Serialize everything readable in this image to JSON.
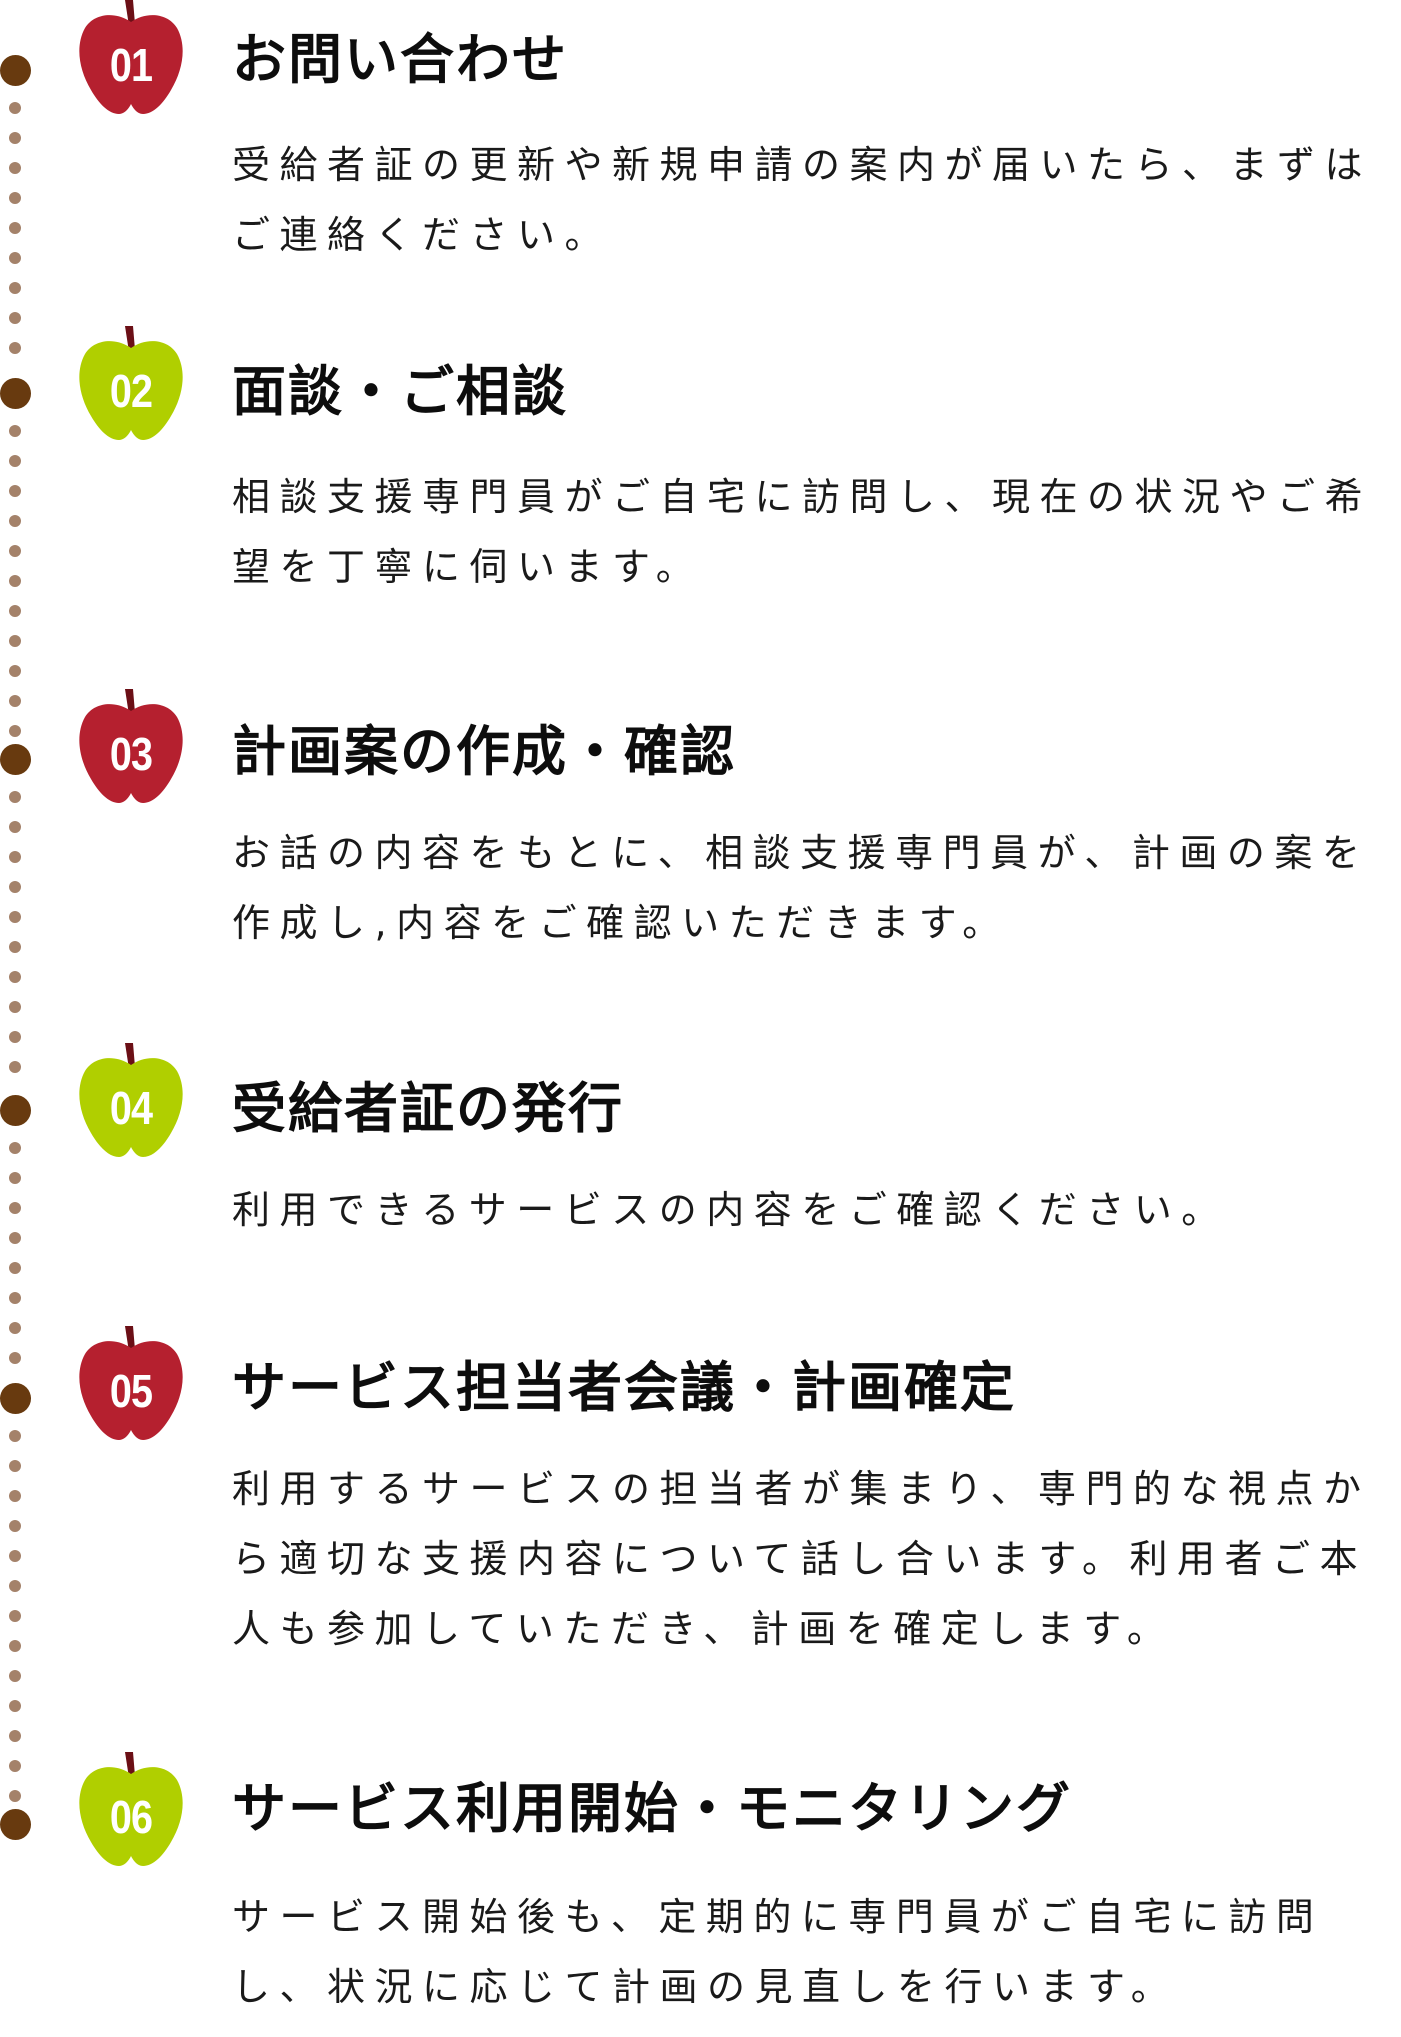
{
  "colors": {
    "apple_red": "#b5202f",
    "apple_green": "#b0cf00",
    "apple_stem": "#6b0f16",
    "timeline_dot_small": "#a4826a",
    "timeline_dot_big": "#683a0f"
  },
  "steps": [
    {
      "number": "01",
      "apple_color": "red",
      "icon": "apple-icon",
      "title": "お問い合わせ",
      "body": "受給者証の更新や新規申請の案内が届いたら、まずはご連絡ください。"
    },
    {
      "number": "02",
      "apple_color": "green",
      "icon": "apple-icon",
      "title": "面談・ご相談",
      "body": "相談支援専門員がご自宅に訪問し、現在の状況やご希望を丁寧に伺います。"
    },
    {
      "number": "03",
      "apple_color": "red",
      "icon": "apple-icon",
      "title": "計画案の作成・確認",
      "body": "お話の内容をもとに、相談支援専門員が、計画の案を作成し,内容をご確認いただきます。"
    },
    {
      "number": "04",
      "apple_color": "green",
      "icon": "apple-icon",
      "title": "受給者証の発行",
      "body": "利用できるサービスの内容をご確認ください。"
    },
    {
      "number": "05",
      "apple_color": "red",
      "icon": "apple-icon",
      "title": "サービス担当者会議・計画確定",
      "body": "利用するサービスの担当者が集まり、専門的な視点から適切な支援内容について話し合います。利用者ご本人も参加していただき、計画を確定します。"
    },
    {
      "number": "06",
      "apple_color": "green",
      "icon": "apple-icon",
      "title": "サービス利用開始・モニタリング",
      "body": "サービス開始後も、定期的に専門員がご自宅に訪問し、状況に応じて計画の見直しを行います。"
    }
  ]
}
